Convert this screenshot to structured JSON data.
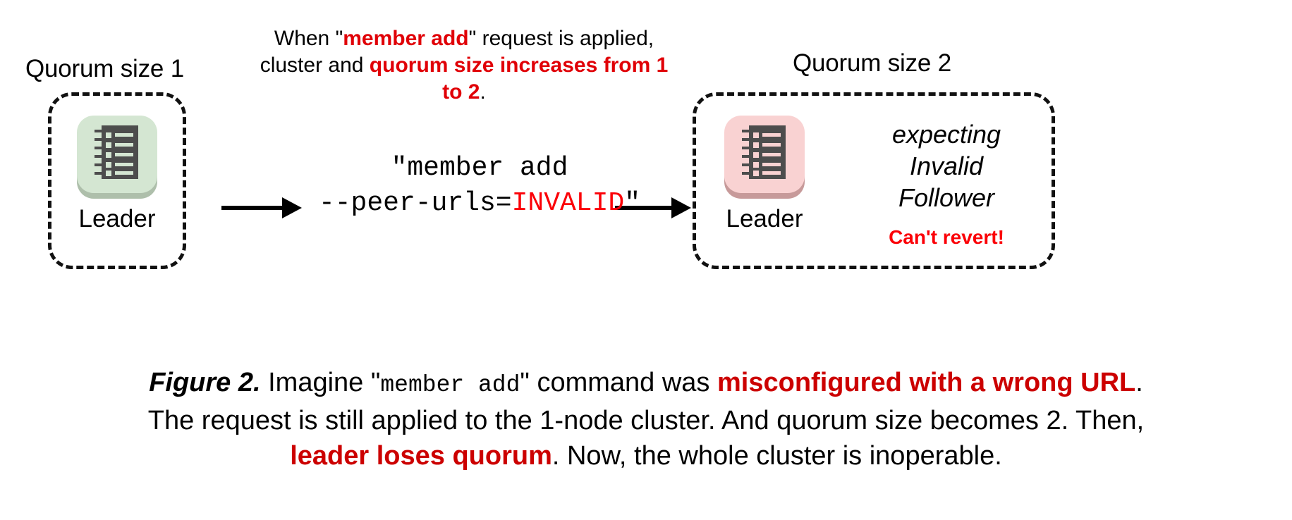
{
  "figure": {
    "colors": {
      "bright_red": "#fb0007",
      "crimson_red": "#cc0000",
      "annotation_red": "#e00007",
      "leader_ok_tile": "#d4e6d2",
      "leader_bad_tile": "#f9d2d2",
      "ledger_body": "#4d4d4d",
      "stroke": "#111111",
      "background": "#ffffff"
    },
    "left_group": {
      "title": "Quorum size 1",
      "node": {
        "icon": "ledger-icon",
        "label": "Leader",
        "state": "healthy"
      }
    },
    "right_group": {
      "title": "Quorum size 2",
      "node": {
        "icon": "ledger-icon",
        "label": "Leader",
        "state": "degraded"
      },
      "note": {
        "line1": "expecting",
        "line2": "Invalid",
        "line3": "Follower",
        "warning": "Can't revert!"
      }
    },
    "top_annotation": {
      "part1": "When \"",
      "highlight1": "member add",
      "part2": "\" request is applied,",
      "part3": "cluster and ",
      "highlight2": "quorum size increases from 1 to 2",
      "part4": "."
    },
    "command": {
      "line1": "\"member add",
      "line2_prefix": "--peer-urls=",
      "line2_invalid": "INVALID",
      "line2_suffix": "\""
    },
    "arrows": {
      "left": "arrow-right-icon",
      "right": "arrow-right-icon"
    },
    "caption": {
      "figure_label": "Figure 2.",
      "seg1": " Imagine \"",
      "mono1": "member add",
      "seg2": "\" command was ",
      "hl1": "misconfigured with a wrong URL",
      "seg3": ".",
      "line2": "The request is still applied to the 1-node cluster. And quorum size becomes 2. Then,",
      "hl2": "leader loses quorum",
      "seg4": ". Now, the whole cluster is inoperable."
    }
  }
}
